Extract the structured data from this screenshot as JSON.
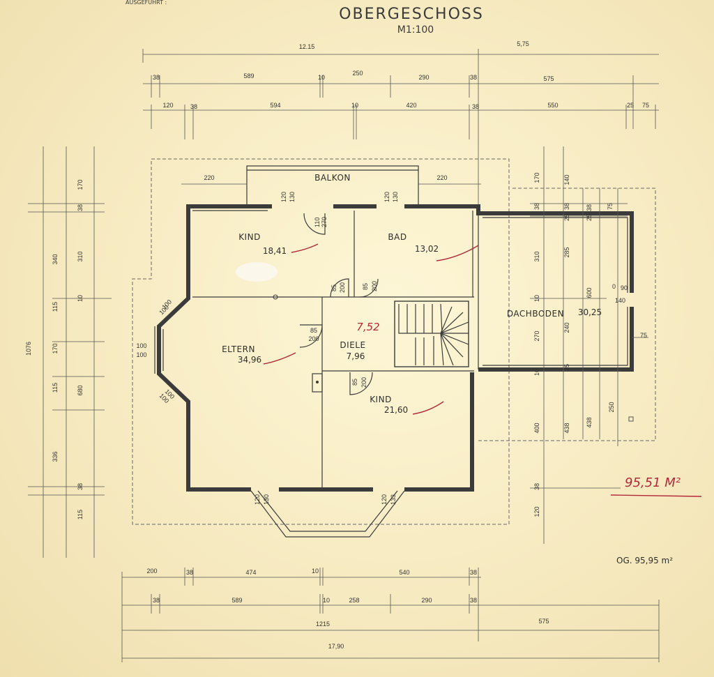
{
  "title": "OBERGESCHOSS",
  "scale": "M1:100",
  "stamp": "AUSGEFÜHRT :",
  "top_dims": {
    "total_left": "12.15",
    "total_right": "5,75",
    "row1": [
      "38",
      "589",
      "10",
      "250",
      "290",
      "38",
      "575"
    ],
    "row2": [
      "120",
      "38",
      "594",
      "10",
      "420",
      "38",
      "550",
      "25",
      "75"
    ]
  },
  "bottom_dims": {
    "row1": [
      "200",
      "38",
      "474",
      "10",
      "540",
      "38"
    ],
    "row2": [
      "38",
      "589",
      "10",
      "258",
      "290",
      "38"
    ],
    "row3": [
      "1215",
      "575"
    ],
    "total": "17,90"
  },
  "left_dims": {
    "total": "1076",
    "outer": [
      "170",
      "38",
      "340",
      "115",
      "170",
      "115",
      "336",
      "38",
      "115"
    ],
    "inner": [
      "310",
      "10",
      "680"
    ]
  },
  "right_dims": [
    "170",
    "38",
    "310",
    "10",
    "270",
    "10",
    "400",
    "38",
    "120"
  ],
  "right_dims2": [
    "140",
    "38",
    "25",
    "285",
    "600",
    "240",
    "25",
    "438",
    "438",
    "250"
  ],
  "rooms": [
    {
      "name": "KIND",
      "area": "18,41"
    },
    {
      "name": "BAD",
      "area": "13,02"
    },
    {
      "name": "ELTERN",
      "area": "34,96"
    },
    {
      "name": "DIELE",
      "area": "7,96"
    },
    {
      "name": "KIND",
      "area": "21,60"
    },
    {
      "name": "DACHBODEN",
      "area": "30,25"
    },
    {
      "name": "BALKON",
      "area": ""
    }
  ],
  "openings": {
    "balcony_left": "220",
    "balcony_right": "220",
    "w1": "120",
    "w1b": "130",
    "w2": "120",
    "w2b": "130",
    "d1": "110",
    "d1b": "270",
    "d2": "85",
    "d2b": "200",
    "d3": "85",
    "d3b": "200",
    "d4": "85",
    "d4b": "200",
    "d5": "85",
    "d5b": "200",
    "bay": [
      "100",
      "100",
      "100",
      "100",
      "100",
      "100"
    ],
    "bot_w1": "120",
    "bot_w1b": "130",
    "bot_w2": "120",
    "bot_w2b": "133",
    "attic_w": "90",
    "attic_w2": "140",
    "attic_25": "25",
    "attic_75": "75",
    "attic_75b": "75"
  },
  "handwritten": {
    "diele": "7,52",
    "total": "95,51 M²"
  },
  "og_total": "OG.  95,95 m²",
  "colors": {
    "ink": "#3b3b3b",
    "red": "#b22a3a",
    "paper": "#f7ecc6"
  }
}
